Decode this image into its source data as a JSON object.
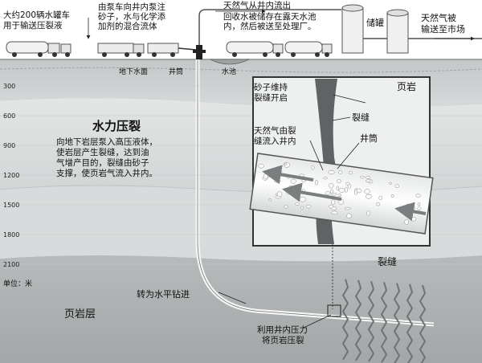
{
  "top_labels": {
    "trucks": [
      "大约200辆水罐车",
      "用于输送压裂液"
    ],
    "pump_truck": [
      "由泵车向井内泵注",
      "砂子，水与化学添",
      "加剂的混合流体"
    ],
    "gas_out": [
      "天然气从井内流出",
      "回收水被储存在露天水池",
      "内，然后被送至处理厂。"
    ],
    "tank": "储罐",
    "market": [
      "天然气被",
      "输送至市场"
    ]
  },
  "surface_labels": {
    "water_table": "地下水面",
    "wellhead": "井筒",
    "pond": "水池"
  },
  "depth_scale": {
    "values": [
      "300",
      "600",
      "900",
      "1200",
      "1500",
      "1800",
      "2100"
    ],
    "unit_label": "单位：米"
  },
  "frac_title": "水力压裂",
  "frac_description": [
    "向地下岩层泵入高压液体，",
    "使岩层产生裂缝，达到油",
    "气增产目的，裂缝由砂子",
    "支撑，使页岩气流入井内。"
  ],
  "shale_layer": "页岩层",
  "horizontal_label": "转为水平钻进",
  "fracture_label": "裂缝",
  "pressure_label": [
    "利用井内压力",
    "将页岩压裂"
  ],
  "inset": {
    "shale": "页岩",
    "sand_keeps": [
      "砂子维持",
      "裂缝开启"
    ],
    "fracture": "裂缝",
    "gas_flows": [
      "天然气由裂",
      "缝流入井内"
    ],
    "wellbore": "井筒"
  },
  "colors": {
    "sky": "#ffffff",
    "ground_top": "#b9bdbd",
    "layer_light": "#dde0e0",
    "layer_mid": "#cdd1d1",
    "shale": "#a9adad",
    "inset_bg": "#eceeee",
    "fracture_dark": "#5b5f60"
  }
}
